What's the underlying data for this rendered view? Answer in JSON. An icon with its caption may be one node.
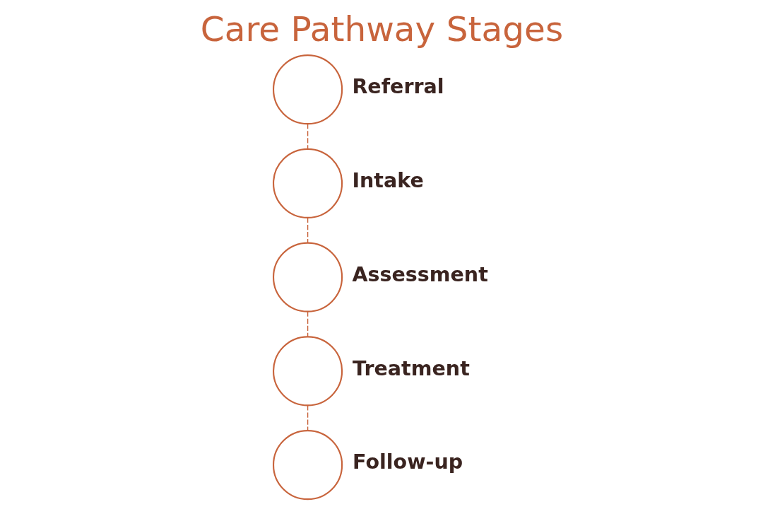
{
  "diagram": {
    "title": "Care Pathway Stages",
    "nodes": [
      {
        "text": [],
        "shape": "circle",
        "beside": [
          "Referral"
        ]
      },
      {
        "text": [],
        "shape": "circle",
        "beside": [
          "Intake"
        ]
      },
      {
        "text": [],
        "shape": "circle",
        "beside": [
          "Assessment"
        ]
      },
      {
        "text": [],
        "shape": "circle",
        "beside": [
          "Treatment"
        ]
      },
      {
        "text": [],
        "shape": "circle",
        "beside": [
          "Follow-up"
        ]
      }
    ],
    "edges": [
      {
        "from": 0,
        "to": 1,
        "arrow": "none",
        "style": "dashed"
      },
      {
        "from": 1,
        "to": 2,
        "arrow": "none",
        "style": "dashed"
      },
      {
        "from": 2,
        "to": 3,
        "arrow": "none",
        "style": "dashed"
      },
      {
        "from": 3,
        "to": 4,
        "arrow": "none",
        "style": "dashed"
      }
    ]
  }
}
